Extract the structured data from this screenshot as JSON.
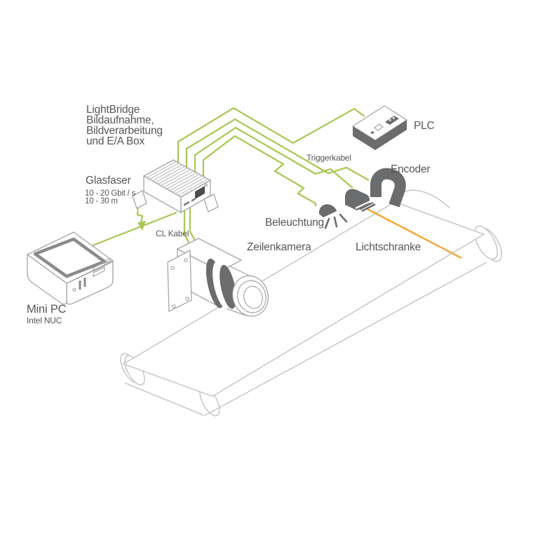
{
  "title_block": {
    "lines": [
      "LightBridge",
      "Bildaufnahme,",
      "Bildverarbeitung",
      "und E/A Box"
    ]
  },
  "labels": {
    "glasfaser": "Glasfaser",
    "glasfaser_spec1": "10 - 20 Gbit / s",
    "glasfaser_spec2": "10 - 30 m",
    "cl_kabel": "CL Kabel",
    "triggerkabel": "Triggerkabel",
    "plc": "PLC",
    "encoder": "Encoder",
    "beleuchtung": "Beleuchtung",
    "lichtschranke": "Lichtschranke",
    "zeilenkamera": "Zeilenkamera",
    "mini_pc": "Mini PC",
    "intel_nuc": "Intel NUC"
  },
  "colors": {
    "cable_green": "#a8c653",
    "beam_orange": "#f2a736",
    "device_gray": "#6b6c6e",
    "outline_gray": "#a5a5a4",
    "belt_gray": "#c6c6c6",
    "text_gray": "#575756"
  }
}
